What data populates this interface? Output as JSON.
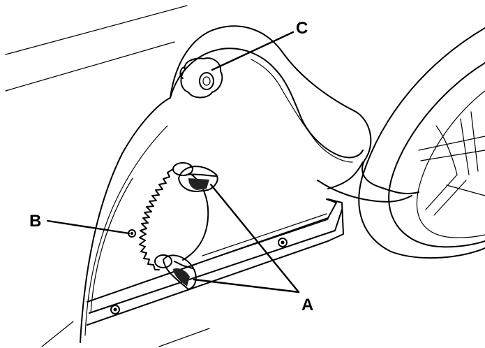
{
  "callouts": {
    "a": "A",
    "b": "B",
    "c": "C"
  },
  "colors": {
    "line": "#000000",
    "background": "#ffffff",
    "shade": "#222222"
  }
}
